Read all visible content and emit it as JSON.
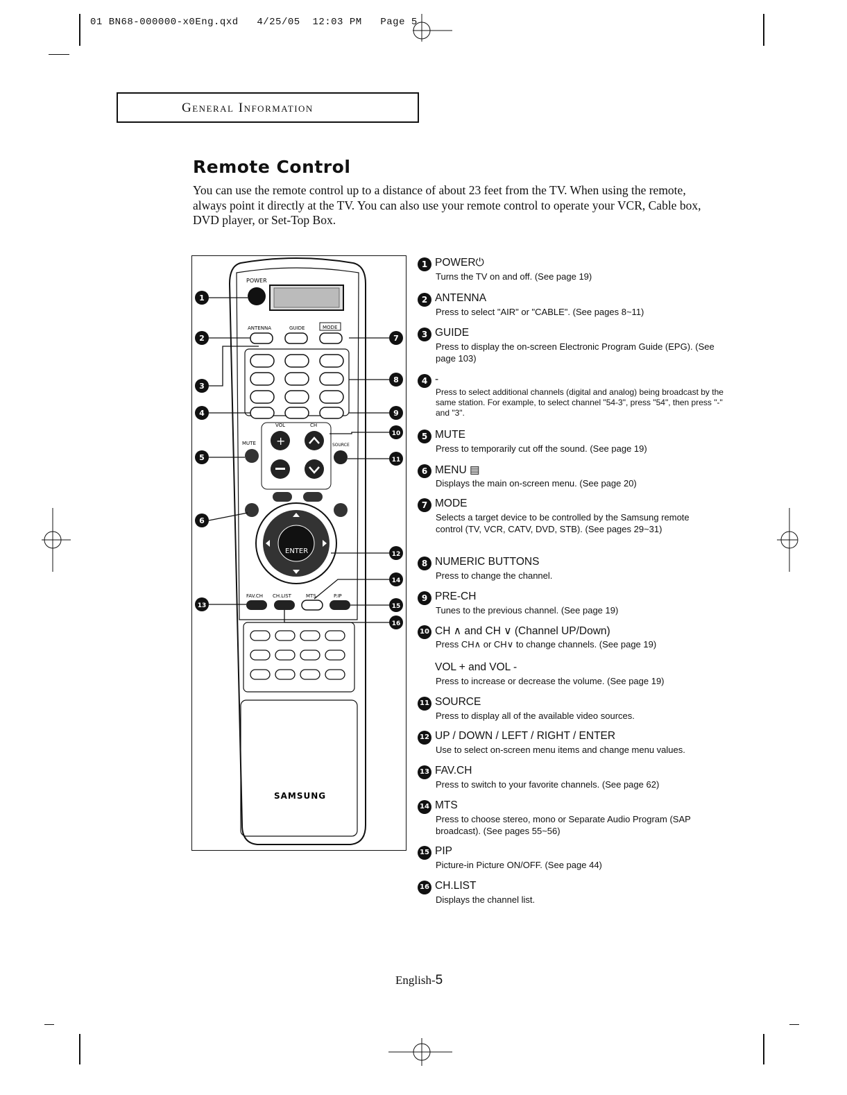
{
  "header": {
    "slug": "01 BN68-000000-x0Eng.qxd   4/25/05  12:03 PM   Page 5",
    "section_title": "General Information"
  },
  "page": {
    "title": "Remote Control",
    "intro": "You can use the remote control up to a distance of about 23 feet from the TV.  When using the remote, always point it directly at the TV. You can also use your remote control to operate your VCR, Cable box, DVD player, or Set-Top Box."
  },
  "remote": {
    "labels": {
      "power": "POWER",
      "antenna": "ANTENNA",
      "guide": "GUIDE",
      "mode": "MODE",
      "vol": "VOL",
      "ch": "CH",
      "mute": "MUTE",
      "source": "SOURCE",
      "enter": "ENTER",
      "favch": "FAV.CH",
      "chlist": "CH.LIST",
      "mts": "MTS",
      "pip": "P.IP",
      "brand": "SAMSUNG"
    },
    "callouts": [
      "1",
      "2",
      "3",
      "4",
      "5",
      "6",
      "7",
      "8",
      "9",
      "10",
      "11",
      "12",
      "13",
      "14",
      "15",
      "16"
    ]
  },
  "items": [
    {
      "n": "1",
      "title": "POWER⏻",
      "text": "Turns the TV on and off. (See page 19)"
    },
    {
      "n": "2",
      "title": "ANTENNA",
      "text": "Press to select \"AIR\" or \"CABLE\". (See pages 8~11)"
    },
    {
      "n": "3",
      "title": "GUIDE",
      "text": "Press to display the on-screen Electronic Program Guide (EPG). (See page 103)"
    },
    {
      "n": "4",
      "title": "-",
      "text": "Press to select additional channels (digital and analog) being broadcast by the same station. For example, to select channel \"54-3\", press \"54\", then press \"-\" and \"3\"."
    },
    {
      "n": "5",
      "title": "MUTE",
      "text": "Press to temporarily cut off the sound. (See page 19)"
    },
    {
      "n": "6",
      "title": "MENU ▤",
      "text": "Displays the main on-screen menu. (See page 20)"
    },
    {
      "n": "7",
      "title": "MODE",
      "text": "Selects a target device to be controlled by the Samsung remote control (TV, VCR, CATV, DVD, STB). (See pages 29~31)"
    },
    {
      "n": "8",
      "title": "NUMERIC BUTTONS",
      "text": "Press to change the channel."
    },
    {
      "n": "9",
      "title": "PRE-CH",
      "text": "Tunes to the previous channel. (See page 19)"
    },
    {
      "n": "10",
      "title": "CH ∧ and CH ∨ (Channel UP/Down)",
      "text": "Press CH∧ or CH∨ to change channels. (See page 19)"
    },
    {
      "n": "",
      "title": "VOL + and VOL -",
      "text": "Press to increase or decrease the volume. (See page 19)"
    },
    {
      "n": "11",
      "title": "SOURCE",
      "text": "Press to display all of the available video sources."
    },
    {
      "n": "12",
      "title": "UP / DOWN / LEFT / RIGHT / ENTER",
      "text": "Use to select on-screen menu items and change menu values."
    },
    {
      "n": "13",
      "title": "FAV.CH",
      "text": "Press to switch to your favorite channels. (See page 62)"
    },
    {
      "n": "14",
      "title": "MTS",
      "text": "Press to choose stereo, mono or Separate Audio Program (SAP broadcast). (See pages 55~56)"
    },
    {
      "n": "15",
      "title": "PIP",
      "text": "Picture-in Picture ON/OFF. (See page 44)"
    },
    {
      "n": "16",
      "title": "CH.LIST",
      "text": "Displays the channel list."
    }
  ],
  "footer": {
    "prefix": "English-",
    "page": "5"
  }
}
